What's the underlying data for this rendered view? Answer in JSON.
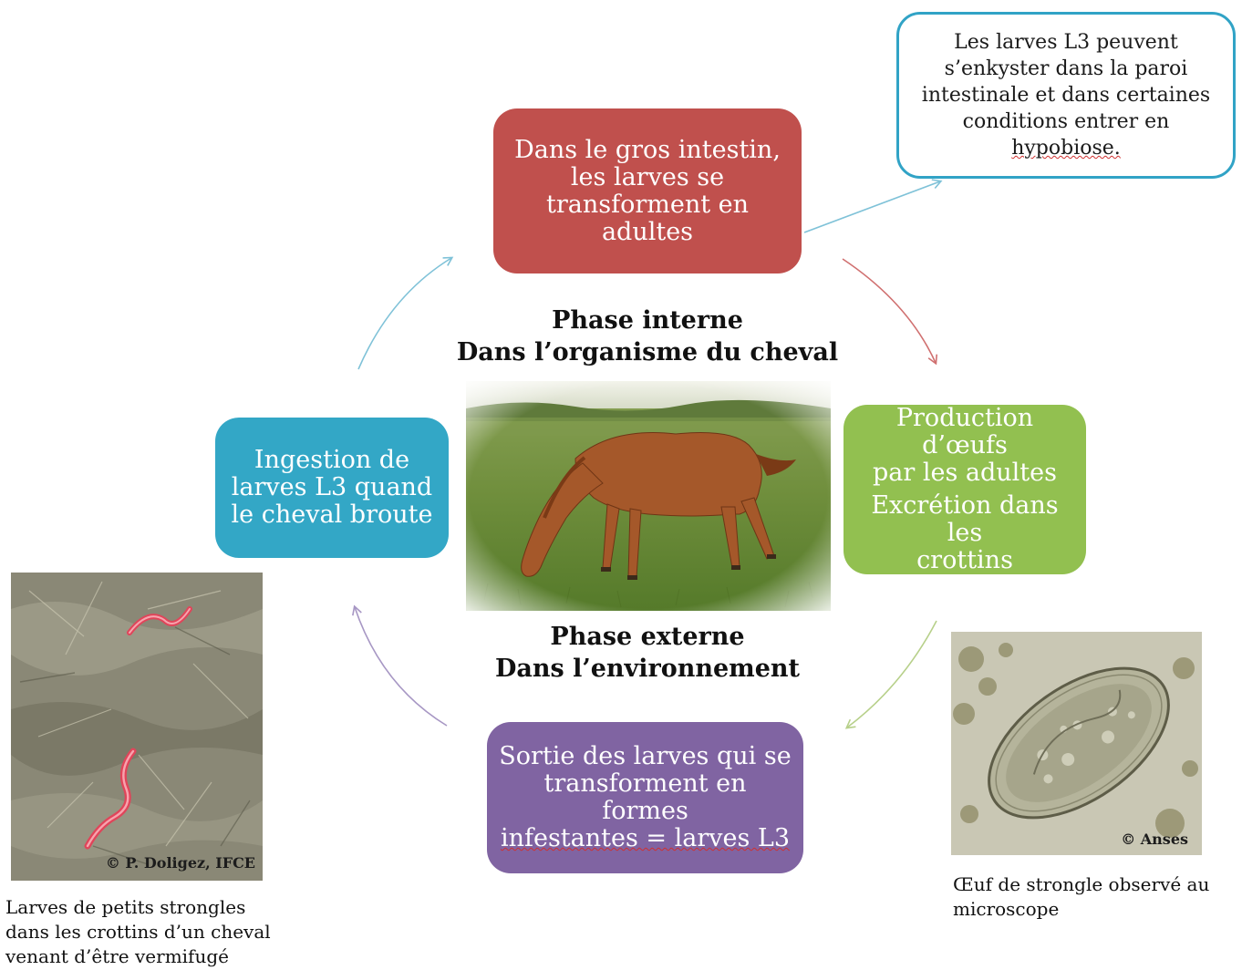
{
  "colors": {
    "red": "#c0504d",
    "green": "#92c050",
    "purple": "#8064a2",
    "blue": "#33a7c6",
    "callout_border": "#31a3c6"
  },
  "boxes": {
    "top": {
      "lines": [
        "Dans le gros intestin,",
        "les larves se",
        "transforment en adultes"
      ]
    },
    "right": {
      "lines": [
        "Production d’œufs",
        "par les adultes",
        "Excrétion dans les",
        "crottins"
      ]
    },
    "bottom": {
      "lines": [
        "Sortie des larves qui se",
        "transforment en formes",
        "infestantes = larves L3"
      ]
    },
    "left": {
      "lines": [
        "Ingestion de",
        "larves L3 quand",
        "le cheval broute"
      ]
    }
  },
  "callout": {
    "lines": [
      "Les larves L3 peuvent",
      "s’enkyster dans la paroi",
      "intestinale et dans certaines",
      "conditions entrer en",
      "hypobiose."
    ]
  },
  "phases": {
    "internal": {
      "line1": "Phase interne",
      "line2": "Dans l’organisme du cheval"
    },
    "external": {
      "line1": "Phase externe",
      "line2": "Dans l’environnement"
    }
  },
  "photos": {
    "larvae_credit": "© P. Doligez, IFCE",
    "egg_credit": "© Anses"
  },
  "captions": {
    "larvae": [
      "Larves de petits strongles",
      "dans les crottins d’un cheval",
      "venant d’être vermifugé"
    ],
    "egg": [
      "Œuf de strongle observé au",
      "microscope"
    ]
  }
}
